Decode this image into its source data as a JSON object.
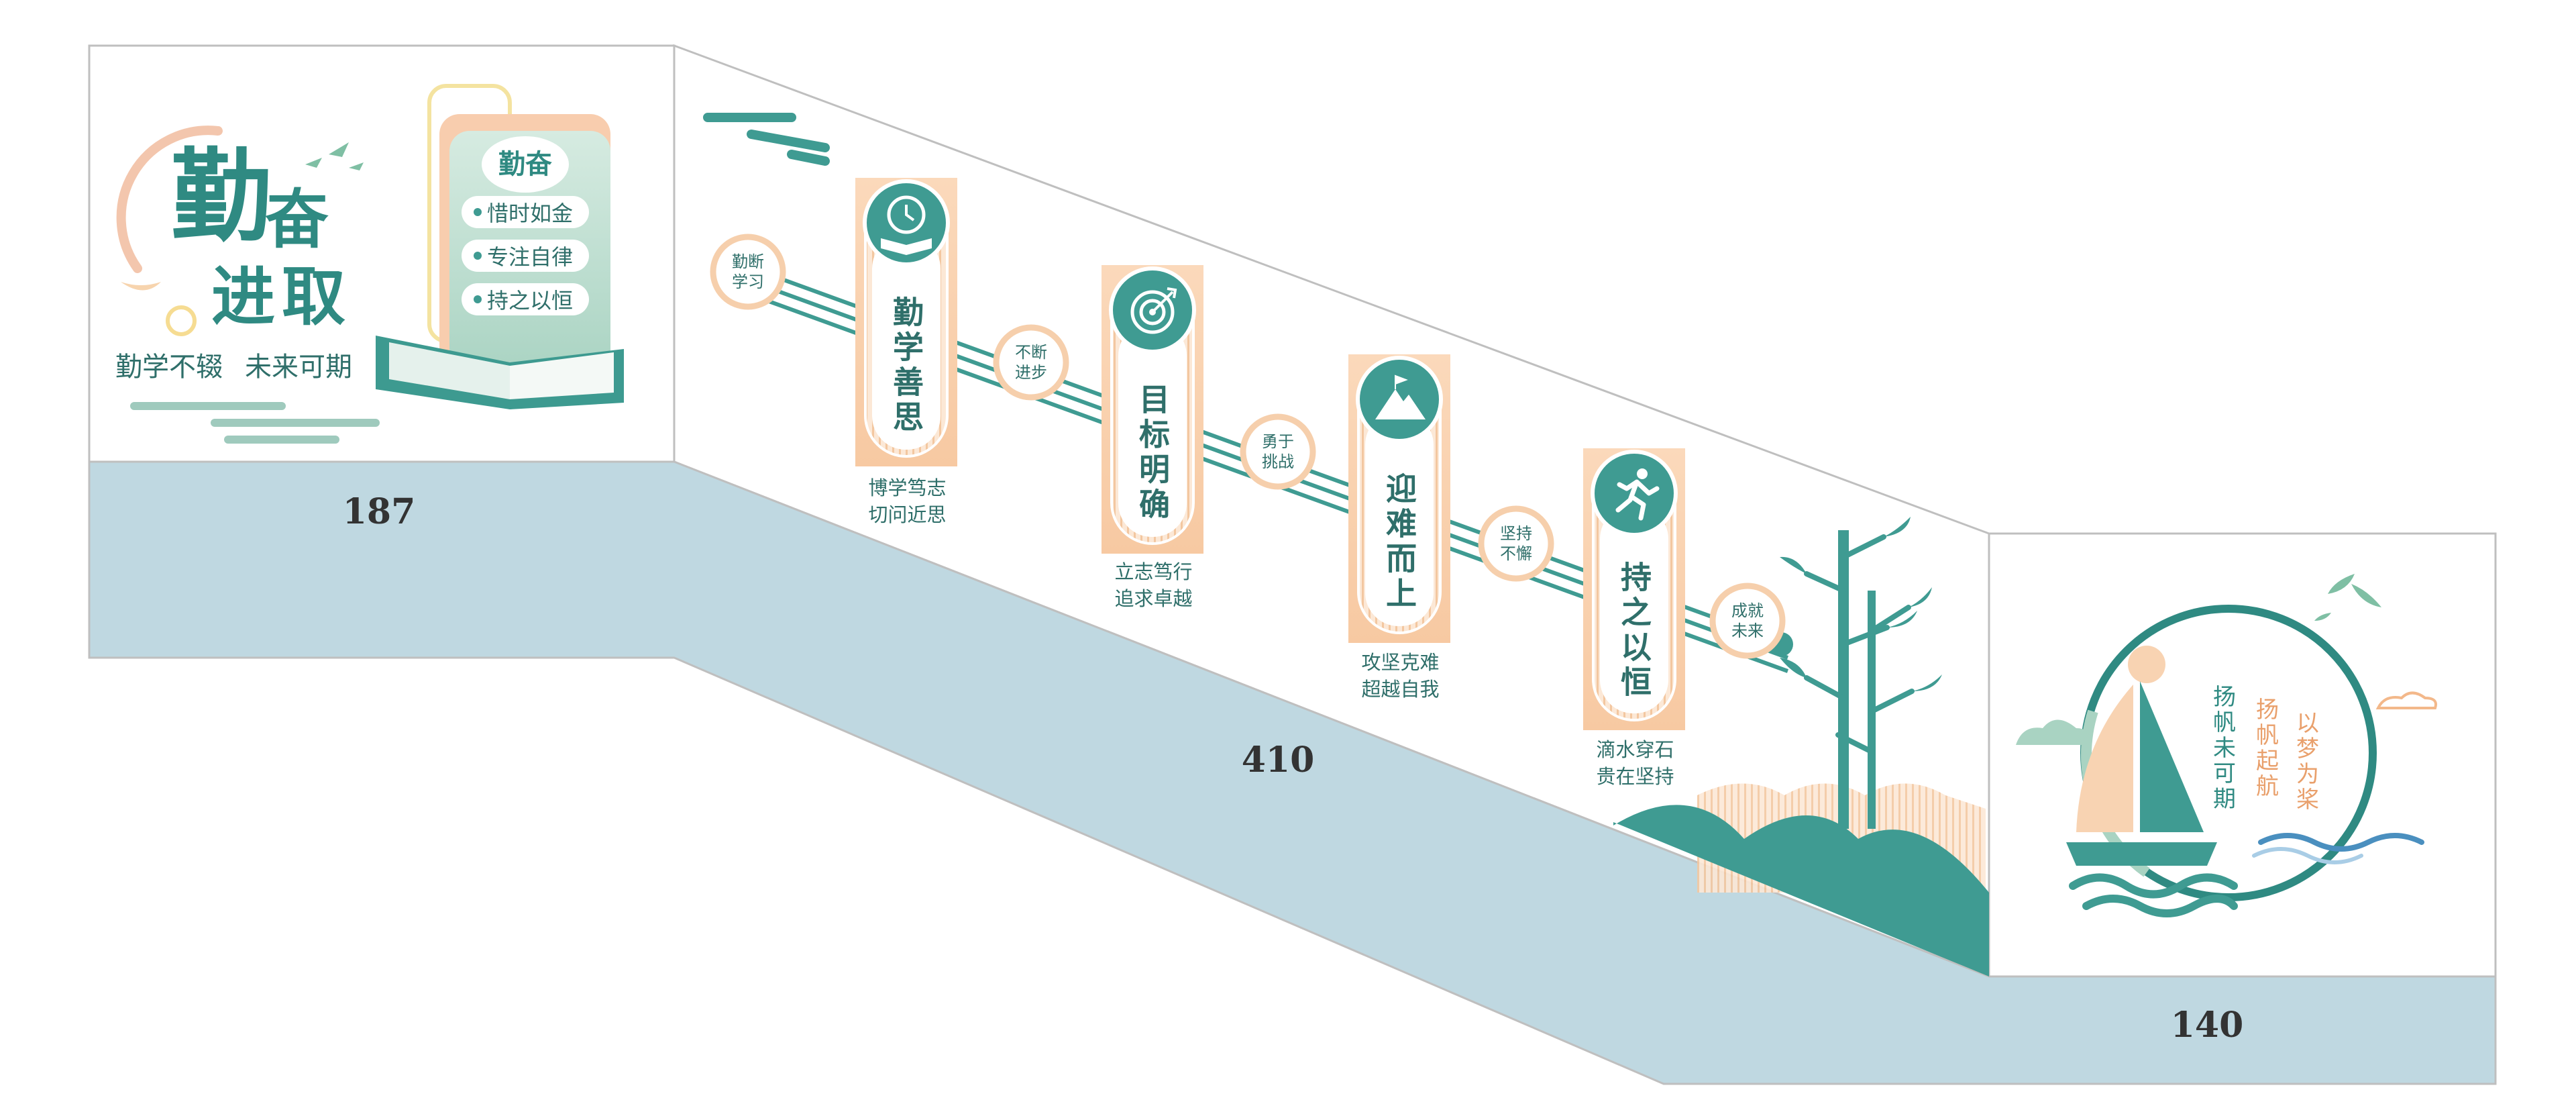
{
  "left_panel": {
    "title_chars": [
      "勤",
      "奋",
      "进",
      "取"
    ],
    "card_title": "勤奋",
    "card_items": [
      "惜时如金",
      "专注自律",
      "持之以恒"
    ],
    "motto_left": "勤学不辍",
    "motto_right": "未来可期"
  },
  "dimensions": {
    "left": "187",
    "middle": "410",
    "right": "140"
  },
  "steps": [
    {
      "circle": [
        "勤断",
        "学习"
      ],
      "card": "勤学善思",
      "icon": "clock-book-icon",
      "caption": [
        "博学笃志",
        "切问近思"
      ]
    },
    {
      "circle": [
        "不断",
        "进步"
      ],
      "card": "目标明确",
      "icon": "target-icon",
      "caption": [
        "立志笃行",
        "追求卓越"
      ]
    },
    {
      "circle": [
        "勇于",
        "挑战"
      ],
      "card": "迎难而上",
      "icon": "mountain-flag-icon",
      "caption": [
        "攻坚克难",
        "超越自我"
      ]
    },
    {
      "circle": [
        "坚持",
        "不懈"
      ],
      "card": "持之以恒",
      "icon": "runner-icon",
      "caption": [
        "滴水穿石",
        "贵在坚持"
      ]
    }
  ],
  "final_circle": [
    "成就",
    "未来"
  ],
  "right_panel": {
    "col1": "扬帆未可期",
    "col2": "扬帆起航",
    "col3": "以梦为桨"
  },
  "colors": {
    "teal": "#3f9b92",
    "teal_dark": "#2f8a82",
    "peach": "#f7cfa9",
    "peach_light": "#fbe3cc",
    "wall_blue": "#bcd6df",
    "mint": "#bfe0cf"
  }
}
